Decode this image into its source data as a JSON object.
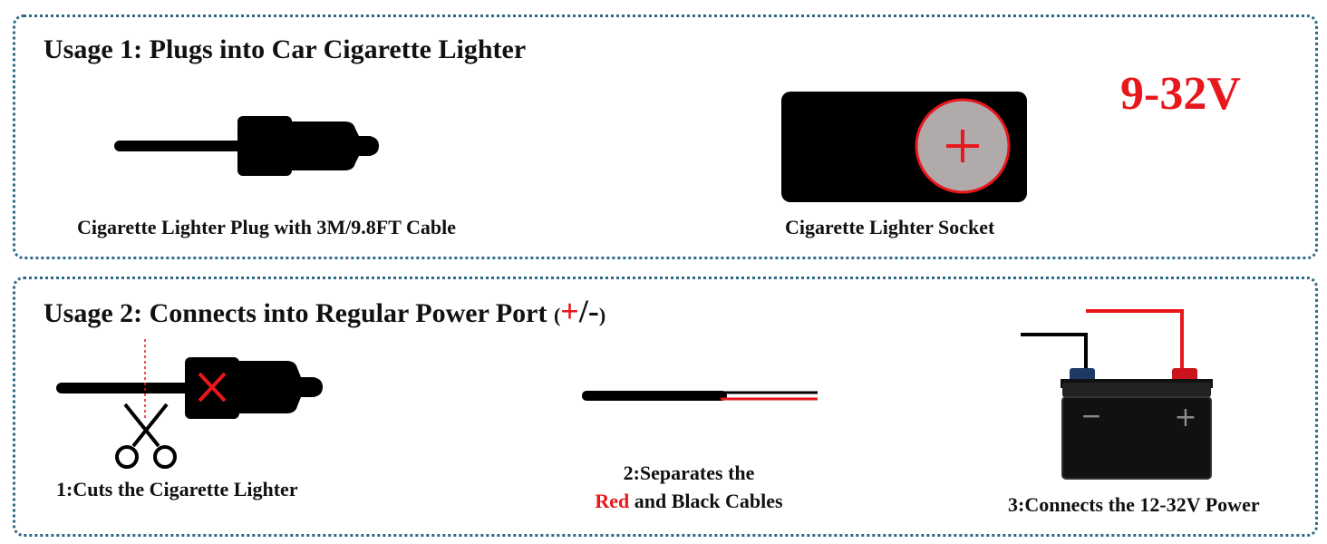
{
  "usage1": {
    "title": "Usage 1: Plugs into Car Cigarette Lighter",
    "voltage": "9-32V",
    "plug_caption": "Cigarette Lighter Plug with 3M/9.8FT Cable",
    "socket_caption": "Cigarette Lighter Socket"
  },
  "usage2": {
    "title": "Usage 2: Connects into Regular Power Port",
    "polarity_open": "(",
    "polarity_plus": "+",
    "polarity_rest": "/-",
    "polarity_close": ")",
    "step1_caption": "1:Cuts the Cigarette Lighter",
    "step2_line1": "2:Separates the",
    "step2_red_word": "Red",
    "step2_line2_rest": " and Black Cables",
    "step3_caption": "3:Connects the 12-32V Power",
    "battery_minus": "−",
    "battery_plus": "+"
  },
  "colors": {
    "border": "#2e6a86",
    "accent_red": "#e8171c",
    "socket_fill": "#b0aaaa",
    "battery_terminal_blue": "#1d3a64"
  },
  "icons": [
    "cigarette-plug-icon",
    "lighter-socket-icon",
    "scissors-icon",
    "cut-mark-icon",
    "cable-icon",
    "car-battery-icon"
  ]
}
